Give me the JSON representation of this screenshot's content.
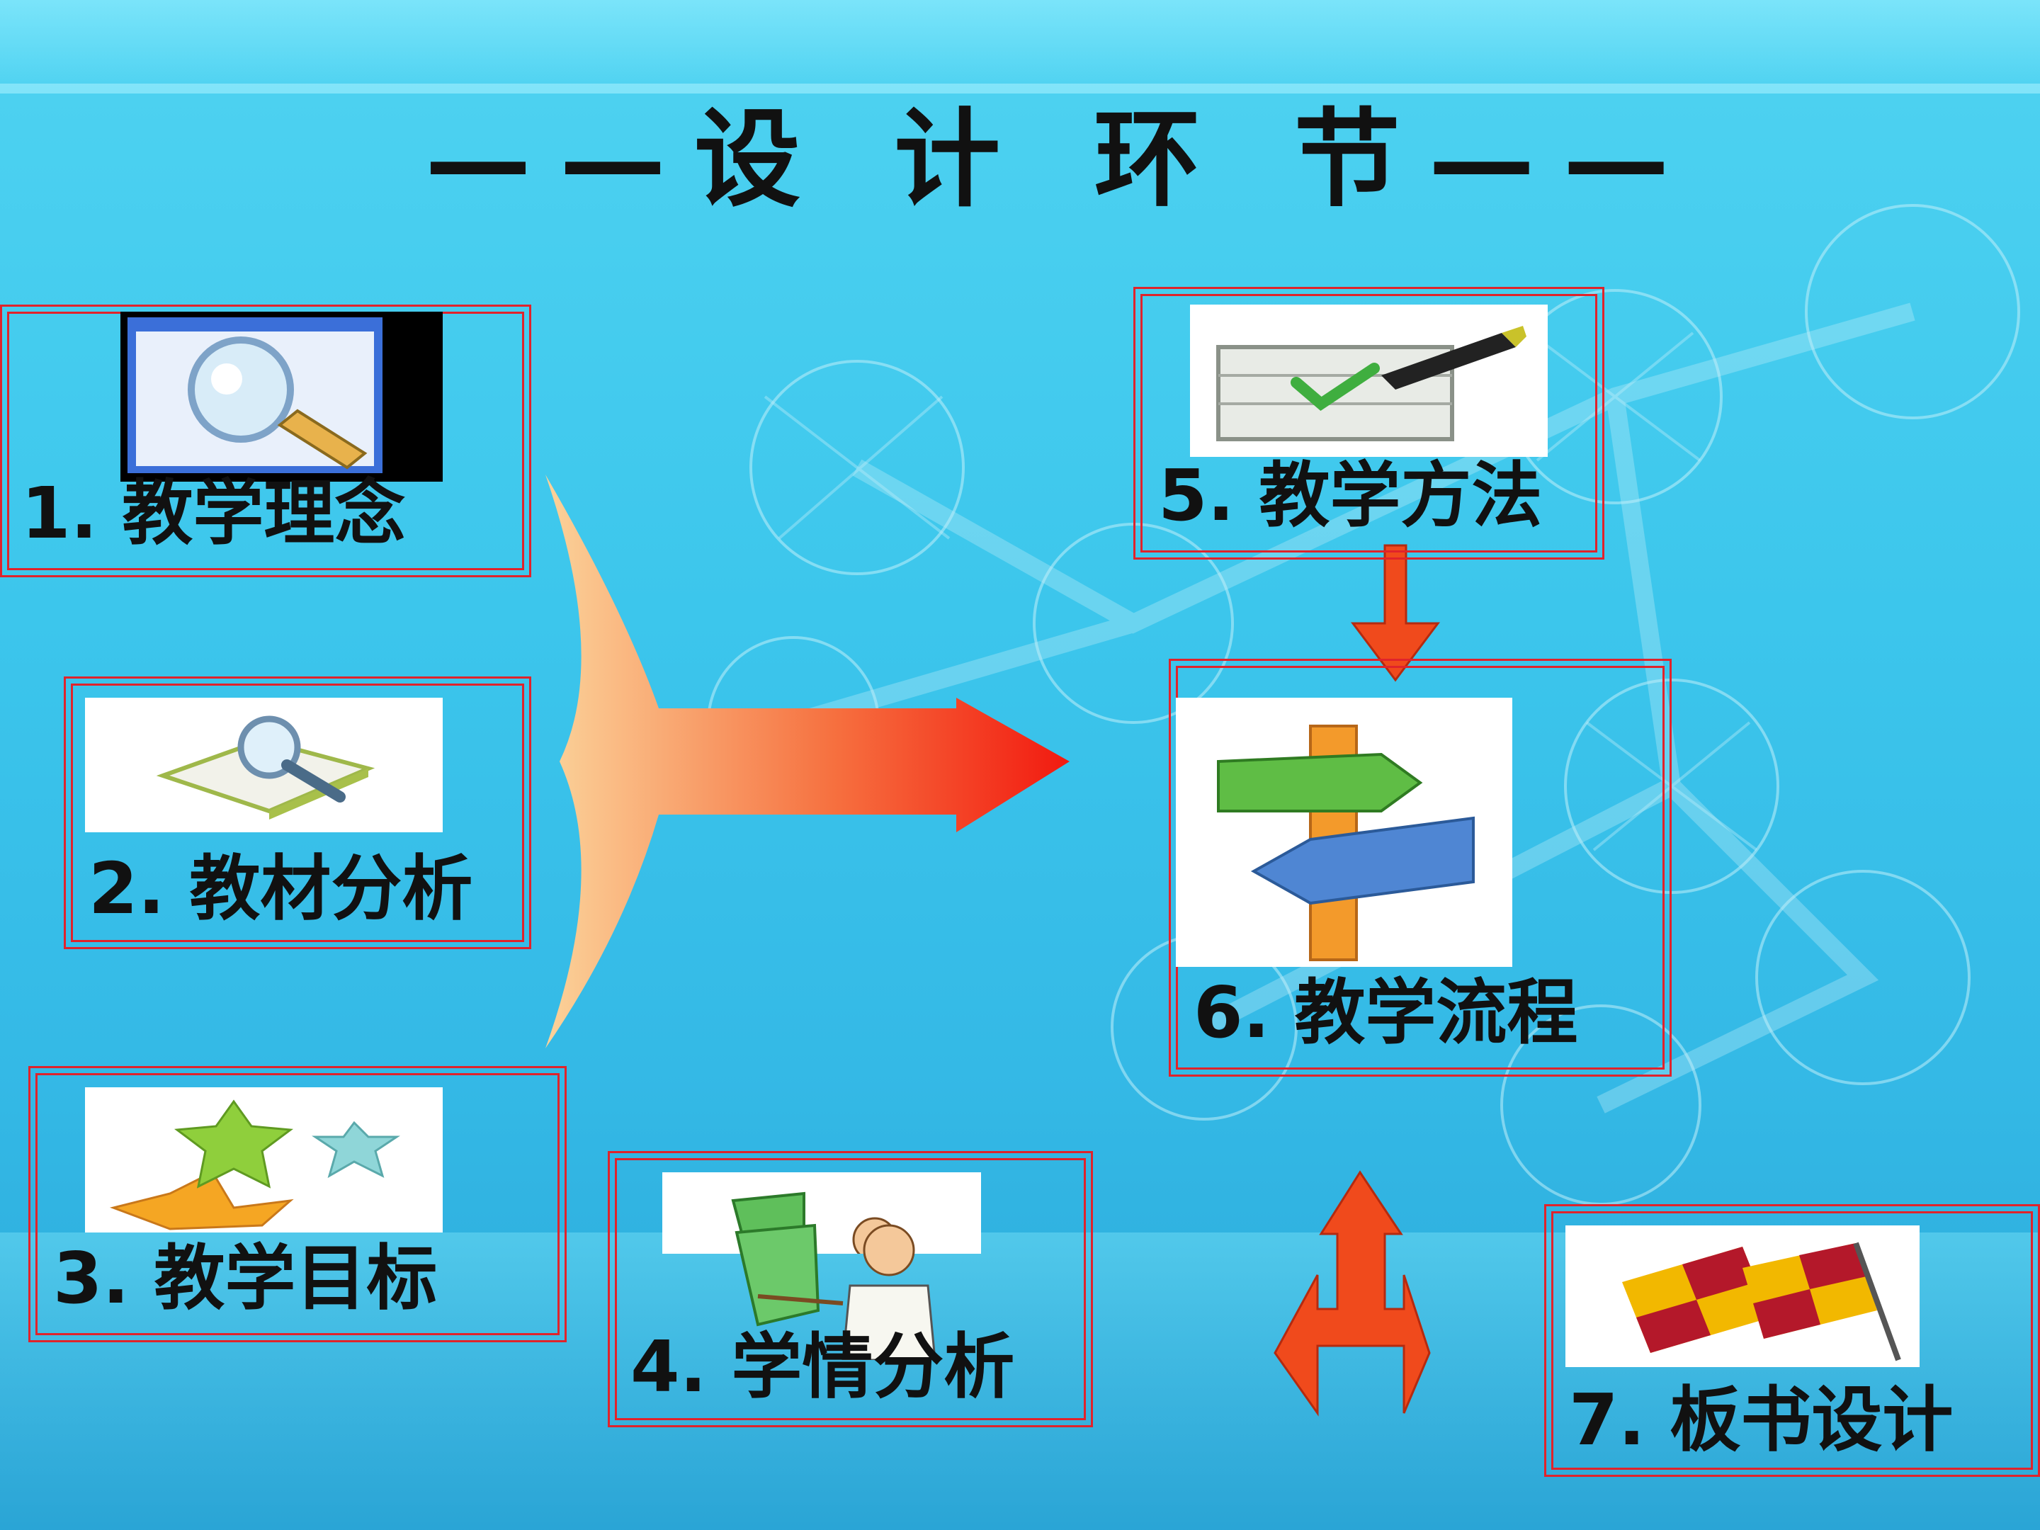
{
  "title": "——设 计 环 节——",
  "items": [
    {
      "label": "1. 教学理念",
      "icon": "magnifier-window-icon"
    },
    {
      "label": "2. 教材分析",
      "icon": "book-magnifier-icon"
    },
    {
      "label": "3. 教学目标",
      "icon": "stars-icon"
    },
    {
      "label": "4. 学情分析",
      "icon": "teacher-pointer-icon"
    },
    {
      "label": "5. 教学方法",
      "icon": "checklist-pen-icon"
    },
    {
      "label": "6. 教学流程",
      "icon": "signpost-icon"
    },
    {
      "label": "7. 板书设计",
      "icon": "checkered-flags-icon"
    }
  ],
  "colors": {
    "frame": "#e0232b",
    "arrow": "#f04a1c",
    "background": "#3cc6ec"
  }
}
